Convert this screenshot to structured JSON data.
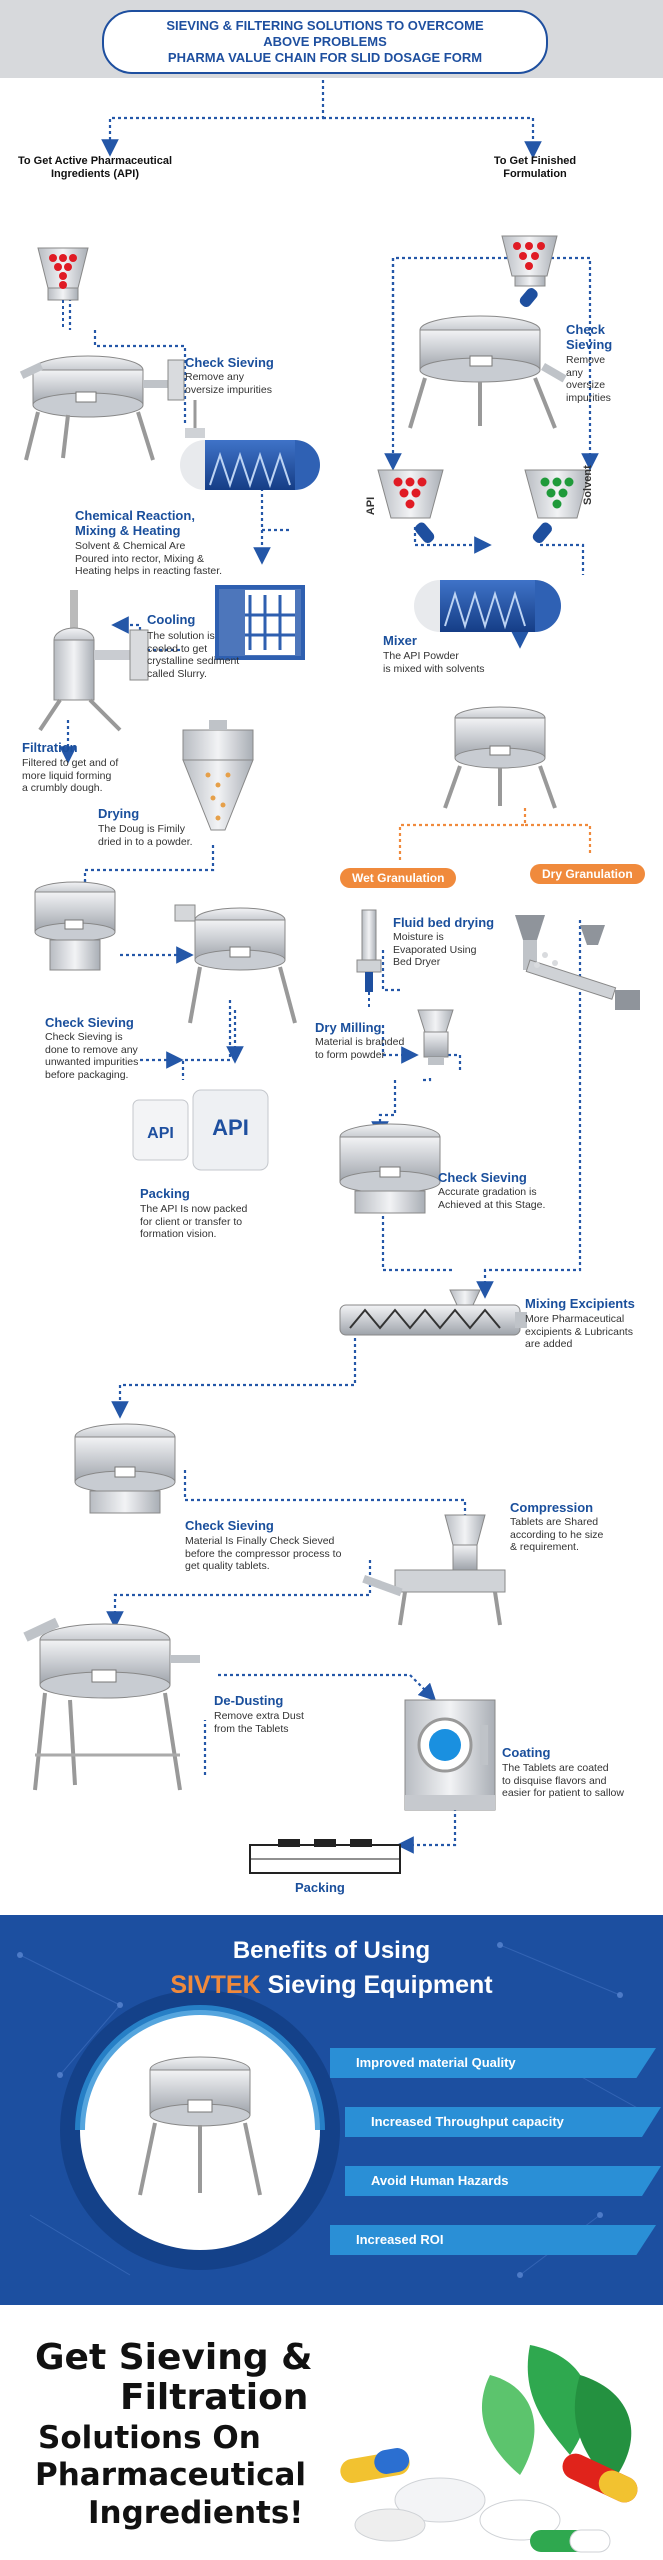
{
  "header": {
    "title_line1": "SIEVING & FILTERING SOLUTIONS TO OVERCOME",
    "title_line2": "ABOVE PROBLEMS",
    "title_line3": "PHARMA VALUE CHAIN FOR SLID DOSAGE FORM"
  },
  "left_branch": {
    "heading_line1": "To Get Active Pharmaceutical",
    "heading_line2": "Ingredients (API)",
    "check_sieving_1": {
      "title": "Check Sieving",
      "line1": "Remove any",
      "line2": "oversize impurities"
    },
    "chemical_reaction": {
      "title_line1": "Chemical Reaction,",
      "title_line2": "Mixing & Heating",
      "line1": "Solvent & Chemical Are",
      "line2": "Poured into rector, Mixing &",
      "line3": "Heating helps in reacting faster."
    },
    "cooling": {
      "title": "Cooling",
      "line1": "The solution is",
      "line2": "cooled to get",
      "line3": "crystalline sediment",
      "line4": "called Slurry."
    },
    "filtration": {
      "title": "Filtration",
      "line1": "Filtered to get and of",
      "line2": "more liquid forming",
      "line3": "a crumbly dough."
    },
    "drying": {
      "title": "Drying",
      "line1": "The Doug is Fimily",
      "line2": "dried in to a powder."
    },
    "check_sieving_2": {
      "title": "Check Sieving",
      "line1": "Check Sieving is",
      "line2": "done to remove any",
      "line3": "unwanted impurities",
      "line4": "before packaging."
    },
    "api_bag_small": "API",
    "api_bag_large": "API",
    "packing": {
      "title": "Packing",
      "line1": "The API Is now packed",
      "line2": "for client or transfer to",
      "line3": "formation vision."
    }
  },
  "right_branch": {
    "heading_line1": "To Get Finished",
    "heading_line2": "Formulation",
    "check_sieving": {
      "title_line1": "Check",
      "title_line2": "Sieving",
      "line1": "Remove",
      "line2": "any",
      "line3": "oversize",
      "line4": "impurities"
    },
    "hopper_left_label": "API",
    "hopper_right_label": "Solvent",
    "mixer": {
      "title": "Mixer",
      "line1": "The API Powder",
      "line2": "is mixed with solvents"
    },
    "wet_granulation": "Wet Granulation",
    "dry_granulation": "Dry Granulation",
    "fluid_bed": {
      "title": "Fluid bed drying",
      "line1": "Moisture is",
      "line2": "Evaporated Using",
      "line3": "Bed Dryer"
    },
    "dry_milling": {
      "title": "Dry Milling",
      "line1": "Material is branded",
      "line2": "to form powder"
    },
    "check_sieving_2": {
      "title": "Check Sieving",
      "line1": "Accurate gradation is",
      "line2": "Achieved at this Stage."
    },
    "mixing_excipients": {
      "title": "Mixing Excipients",
      "line1": "More Pharmaceutical",
      "line2": "excipients & Lubricants",
      "line3": "are added"
    }
  },
  "final_steps": {
    "check_sieving": {
      "title": "Check Sieving",
      "line1": "Material Is Finally Check Sieved",
      "line2": "before the compressor process to",
      "line3": "get quality tablets."
    },
    "compression": {
      "title": "Compression",
      "line1": "Tablets are Shared",
      "line2": "according to he size",
      "line3": "& requirement."
    },
    "de_dusting": {
      "title": "De-Dusting",
      "line1": "Remove extra Dust",
      "line2": "from the Tablets"
    },
    "coating": {
      "title": "Coating",
      "line1": "The Tablets are coated",
      "line2": "to disquise flavors and",
      "line3": "easier for patient to sallow"
    },
    "packing": "Packing"
  },
  "benefits": {
    "title_line1": "Benefits of Using",
    "brand": "SIVTEK",
    "title_line2_rest": " Sieving Equipment",
    "items": [
      "Improved material Quality",
      "Increased Throughput capacity",
      "Avoid Human Hazards",
      "Increased ROI"
    ]
  },
  "bottom": {
    "line1": "Get Sieving &",
    "line2": "Filtration",
    "line3": "Solutions On",
    "line4": "Pharmaceutical",
    "line5": "Ingredients!"
  },
  "colors": {
    "brand_blue": "#1e4f9f",
    "accent_orange": "#f08a3c",
    "benefit_bar": "#2a8fd6",
    "flow_line": "#2457a8"
  }
}
